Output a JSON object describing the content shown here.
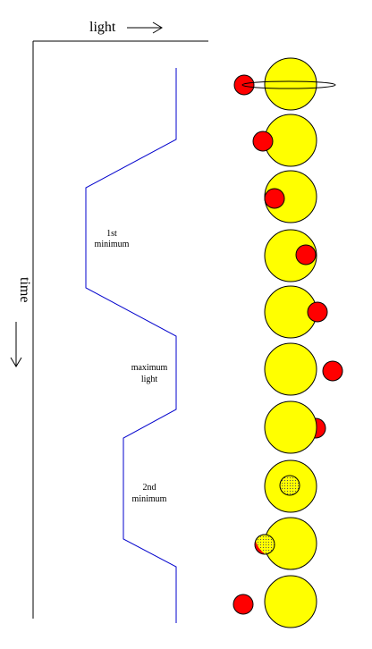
{
  "axes": {
    "x_label": "light",
    "y_label": "time"
  },
  "annotations": {
    "first_minimum": {
      "line1": "1st",
      "line2": "minimum"
    },
    "maximum_light": {
      "line1": "maximum",
      "line2": "light"
    },
    "second_minimum": {
      "line1": "2nd",
      "line2": "minimum"
    }
  },
  "colors": {
    "curve": "#0000cc",
    "star": "#ffff00",
    "companion": "#ff0000",
    "outline": "#000000",
    "axis": "#000000"
  },
  "icons": [
    "right-arrow-icon",
    "down-arrow-icon"
  ],
  "phases": [
    {
      "companion": "left",
      "overlap": "none",
      "orbit_ring_shown": true
    },
    {
      "companion": "lower-left",
      "overlap": "front"
    },
    {
      "companion": "center-left",
      "overlap": "front"
    },
    {
      "companion": "center-right",
      "overlap": "front"
    },
    {
      "companion": "lower-right",
      "overlap": "front"
    },
    {
      "companion": "right",
      "overlap": "none"
    },
    {
      "companion": "right-edge",
      "overlap": "behind"
    },
    {
      "companion": "center",
      "overlap": "behind"
    },
    {
      "companion": "left-edge",
      "overlap": "behind"
    },
    {
      "companion": "left",
      "overlap": "none"
    }
  ]
}
